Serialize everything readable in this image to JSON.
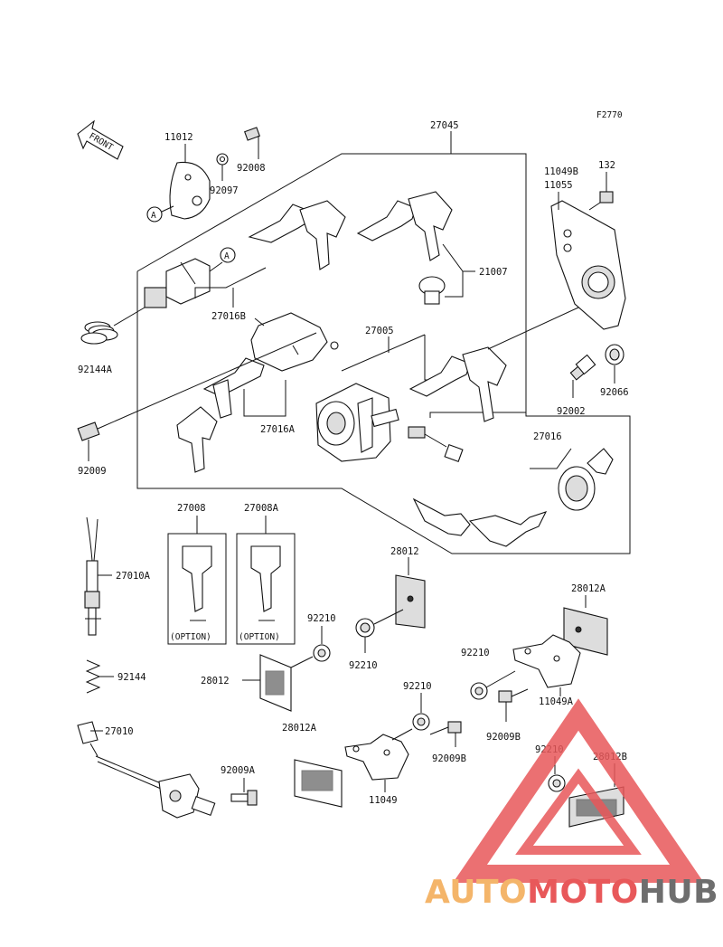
{
  "figure_code": "F2770",
  "front_arrow_label": "FRONT",
  "callout_marker": "A",
  "option_label": "(OPTION)",
  "parts": {
    "p11012": "11012",
    "p92008": "92008",
    "p92097": "92097",
    "p27045": "27045",
    "p11049B": "11049B",
    "p11055": "11055",
    "p132": "132",
    "p21007": "21007",
    "p27016B": "27016B",
    "p92144A": "92144A",
    "p27005": "27005",
    "p92066": "92066",
    "p92002": "92002",
    "p27016A": "27016A",
    "p92009": "92009",
    "p27016": "27016",
    "p27008": "27008",
    "p27008A": "27008A",
    "p27010A": "27010A",
    "p28012_top": "28012",
    "p28012A_right": "28012A",
    "p92210_a": "92210",
    "p92210_b": "92210",
    "p92210_c": "92210",
    "p92210_d": "92210",
    "p92210_e": "92210",
    "p92144": "92144",
    "p28012_left": "28012",
    "p28012A_bottom": "28012A",
    "p11049A": "11049A",
    "p92009B_a": "92009B",
    "p92009B_b": "92009B",
    "p27010": "27010",
    "p92009A": "92009A",
    "p11049": "11049",
    "p28012B": "28012B"
  },
  "watermark": {
    "part1": "AUTO",
    "part2": "MOTO",
    "part3": "HUB",
    "color_orange": "#f4b56a",
    "color_red": "#e8585a",
    "color_gray": "#6e6e6e"
  }
}
